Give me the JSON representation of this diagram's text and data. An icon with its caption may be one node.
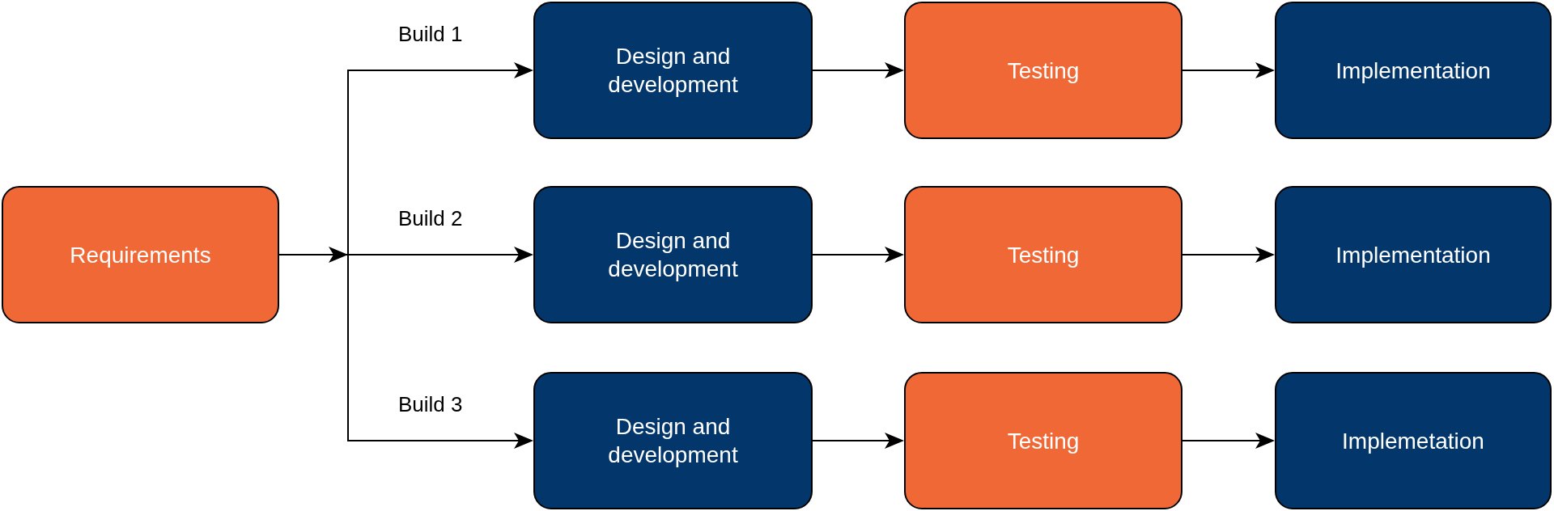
{
  "diagram": {
    "nodes": [
      {
        "text": [
          "Requirements"
        ]
      },
      {
        "text": [
          "Design and development"
        ]
      },
      {
        "text": [
          "Testing"
        ]
      },
      {
        "text": [
          "Implementation"
        ]
      },
      {
        "text": [
          "Design and development"
        ]
      },
      {
        "text": [
          "Testing"
        ]
      },
      {
        "text": [
          "Implementation"
        ]
      },
      {
        "text": [
          "Design and development"
        ]
      },
      {
        "text": [
          "Testing"
        ]
      },
      {
        "text": [
          "Implemetation"
        ]
      }
    ],
    "edges": [
      {
        "from": 0,
        "to": 1,
        "arrow": "to",
        "label": "Build 1"
      },
      {
        "from": 0,
        "to": 4,
        "arrow": "to",
        "label": "Build 2"
      },
      {
        "from": 0,
        "to": 7,
        "arrow": "to",
        "label": "Build 3"
      },
      {
        "from": 1,
        "to": 2,
        "arrow": "to"
      },
      {
        "from": 2,
        "to": 3,
        "arrow": "to"
      },
      {
        "from": 4,
        "to": 5,
        "arrow": "to"
      },
      {
        "from": 5,
        "to": 6,
        "arrow": "to"
      },
      {
        "from": 7,
        "to": 8,
        "arrow": "to"
      },
      {
        "from": 8,
        "to": 9,
        "arrow": "to"
      }
    ]
  }
}
